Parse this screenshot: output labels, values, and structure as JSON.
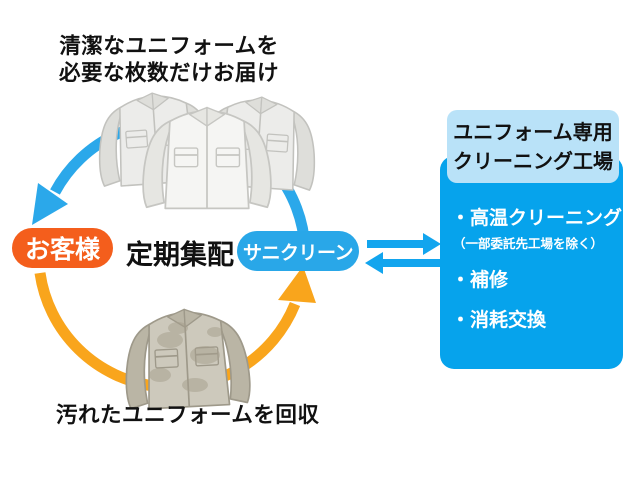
{
  "captions": {
    "top_line1": "清潔なユニフォームを",
    "top_line2": "必要な枚数だけお届け",
    "bottom": "汚れたユニフォームを回収"
  },
  "cycle": {
    "customer": "お客様",
    "center": "定期集配",
    "saniclean": "サニクリーン"
  },
  "factory": {
    "title_line1": "ユニフォーム専用",
    "title_line2": "クリーニング工場",
    "items": [
      {
        "label": "・高温クリーニング",
        "note": "（一部委託先工場を除く）"
      },
      {
        "label": "・補修"
      },
      {
        "label": "・消耗交換"
      }
    ]
  },
  "images": {
    "clean_uniforms": "clean-white-uniform-jackets",
    "dirty_uniform": "soiled-uniform-jacket"
  },
  "colors": {
    "background": "#ffffff",
    "cycle_blue": "#2BA8EA",
    "cycle_orange": "#F9A51C",
    "customer_pill": "#F45E1C",
    "saniclean_pill": "#29A7E8",
    "exchange_arrows": "#12A5EE",
    "factory_box": "#06A3EC",
    "factory_header": "#B9E2F8",
    "text_dark": "#111111",
    "text_light": "#ffffff"
  }
}
